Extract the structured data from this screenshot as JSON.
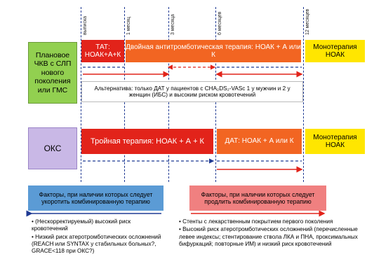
{
  "timeline": {
    "ticks": [
      "выписка",
      "1 месяц",
      "3 месяца",
      "6 месяцев",
      "12 месяцев"
    ]
  },
  "planned": {
    "label": "Плановое ЧКВ с СЛП нового поколения или ГМС",
    "label_color": "#92d050",
    "tat": "ТАТ: НОАК+А+К",
    "dual": "Двойная антитромботическая терапия: НОАК + А или К",
    "mono": "Монотерапия НОАК",
    "alternative": "Альтернатива: только ДАТ у пациентов с CHA₂DS₂-VASc 1 у мужчин и 2 у женщин (ИБС) и высоким риском кровотечений"
  },
  "acs": {
    "label": "ОКС",
    "label_color": "#c9b8e6",
    "triple": "Тройная терапия: НОАК + А + К",
    "dat": "ДАТ: НОАК + А или К",
    "mono": "Монотерапия НОАК"
  },
  "factors": {
    "shorten_title": "Факторы, при наличии которых следует укоротить комбинированную терапию",
    "shorten_items": [
      "(Нескорректируемый) высокий риск кровотечений",
      "Низкий риск атеротромботических осложнений (REACH или SYNTAX у стабильных больных?, GRACE<118 при ОКС?)"
    ],
    "extend_title": "Факторы, при наличии которых следует продлить комбинированную терапию",
    "extend_items": [
      "Стенты с лекарственным покрытием первого поколения",
      "Высокий риск атеротромботических осложнений (перечисленные левее индексы; стентирование ствола ЛКА и ПНА, проксимальных бифуркаций; повторные ИМ) и низкий риск кровотечений"
    ]
  },
  "colors": {
    "red": "#e2231a",
    "orange": "#f26522",
    "yellow": "#ffe600",
    "blue_dash": "#1f3a93",
    "blue_box": "#5b9bd5",
    "red_box": "#f08080"
  }
}
